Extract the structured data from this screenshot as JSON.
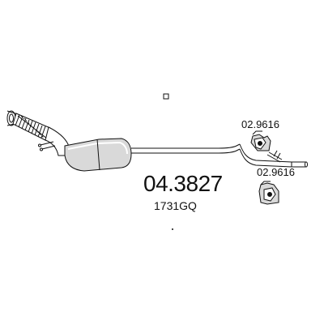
{
  "part": {
    "number": "04.3827",
    "oe_number": "1731GQ"
  },
  "mounts": [
    {
      "label": "02.9616"
    },
    {
      "label": "02.9616"
    }
  ],
  "colors": {
    "line": "#111111",
    "fill": "#ffffff",
    "shade": "#d9d9d9"
  }
}
